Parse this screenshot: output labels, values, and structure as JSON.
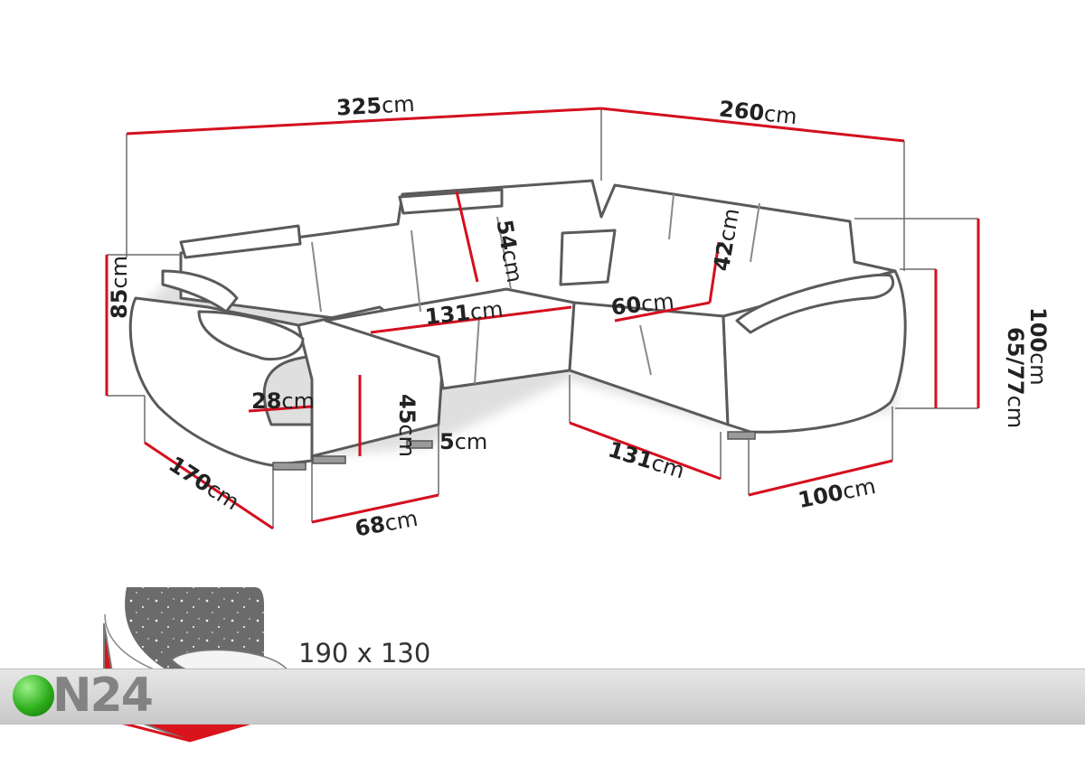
{
  "dimensions": {
    "total_width": {
      "value": "325",
      "unit": "cm"
    },
    "side_depth": {
      "value": "260",
      "unit": "cm"
    },
    "headrest": {
      "value": "54",
      "unit": "cm"
    },
    "seat_depth": {
      "value": "131",
      "unit": "cm"
    },
    "back_height": {
      "value": "42",
      "unit": "cm"
    },
    "seat_width": {
      "value": "60",
      "unit": "cm"
    },
    "arm_height": {
      "value": "85",
      "unit": "cm"
    },
    "armrest_width": {
      "value": "28",
      "unit": "cm"
    },
    "seat_height": {
      "value": "45",
      "unit": "cm"
    },
    "leg_height": {
      "value": "5",
      "unit": "cm"
    },
    "chaise_length": {
      "value": "170",
      "unit": "cm"
    },
    "chaise_width": {
      "value": "68",
      "unit": "cm"
    },
    "corner_run": {
      "value": "131",
      "unit": "cm"
    },
    "end_depth": {
      "value": "100",
      "unit": "cm"
    },
    "total_height": {
      "value": "100",
      "unit": "cm"
    },
    "back_heights": {
      "value": "65/77",
      "unit": "cm"
    }
  },
  "sleeping_area": {
    "label": "190 x 130"
  },
  "brand": {
    "logo_text": "N24",
    "logo_color": "#2fae1d"
  },
  "colors": {
    "dimension_line": "#d40f1e",
    "outline": "#555555",
    "shadow": "#dddddd",
    "bed_red": "#d9141c"
  }
}
